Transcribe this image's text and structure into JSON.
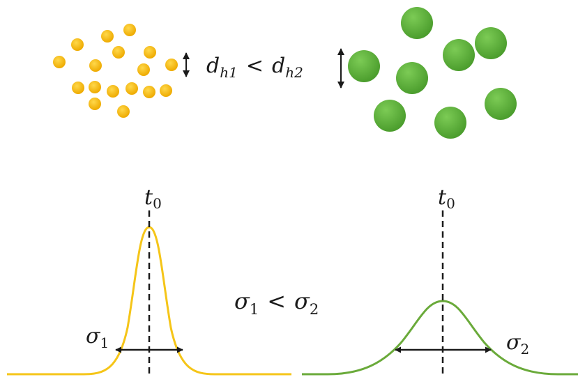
{
  "size_relation": {
    "left_symbol": "d",
    "left_subscript": "h1",
    "operator": "<",
    "right_symbol": "d",
    "right_subscript": "h2"
  },
  "left_curve": {
    "peak_label_symbol": "t",
    "peak_label_subscript": "0",
    "width_label_symbol": "σ",
    "width_label_subscript": "1",
    "color": "#f5c518"
  },
  "right_curve": {
    "peak_label_symbol": "t",
    "peak_label_subscript": "0",
    "width_label_symbol": "σ",
    "width_label_subscript": "2",
    "color": "#6aaa3a"
  },
  "width_relation": {
    "left_symbol": "σ",
    "left_subscript": "1",
    "operator": "<",
    "right_symbol": "σ",
    "right_subscript": "2"
  },
  "colors": {
    "small_particle": "#f6be12",
    "large_particle": "#5db23a",
    "ink": "#1a1a1a"
  }
}
